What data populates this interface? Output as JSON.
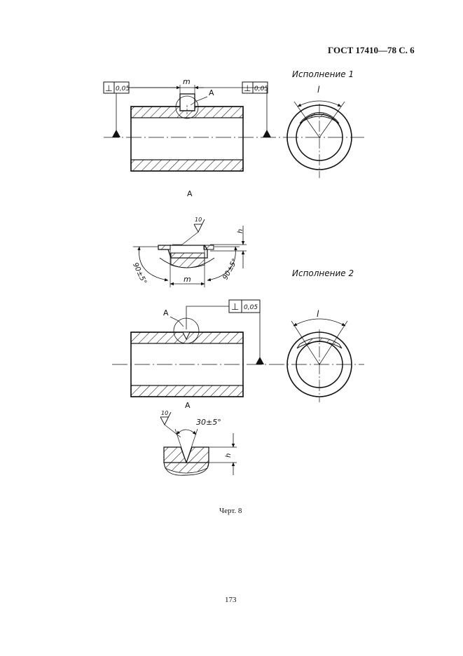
{
  "header": {
    "text": "ГОСТ 17410—78 С. 6"
  },
  "variant1": {
    "title": "Исполнение 1",
    "tolerance_symbol": "⊥",
    "tolerance_left": "0,05",
    "tolerance_right": "0,05",
    "dim_m": "m",
    "view_label": "А",
    "angle_l": "l"
  },
  "detail1": {
    "label": "А",
    "roughness": "10",
    "dim_h": "h",
    "angle_left": "90±5°",
    "angle_right": "90±5°",
    "dim_m": "m"
  },
  "variant2": {
    "title": "Исполнение 2",
    "tolerance_symbol": "⊥",
    "tolerance": "0,05",
    "view_label": "А",
    "angle_l": "l"
  },
  "detail2": {
    "label": "А",
    "roughness": "10",
    "angle": "30±5°",
    "dim_h": "h"
  },
  "caption": "Черт. 8",
  "page_number": "173"
}
